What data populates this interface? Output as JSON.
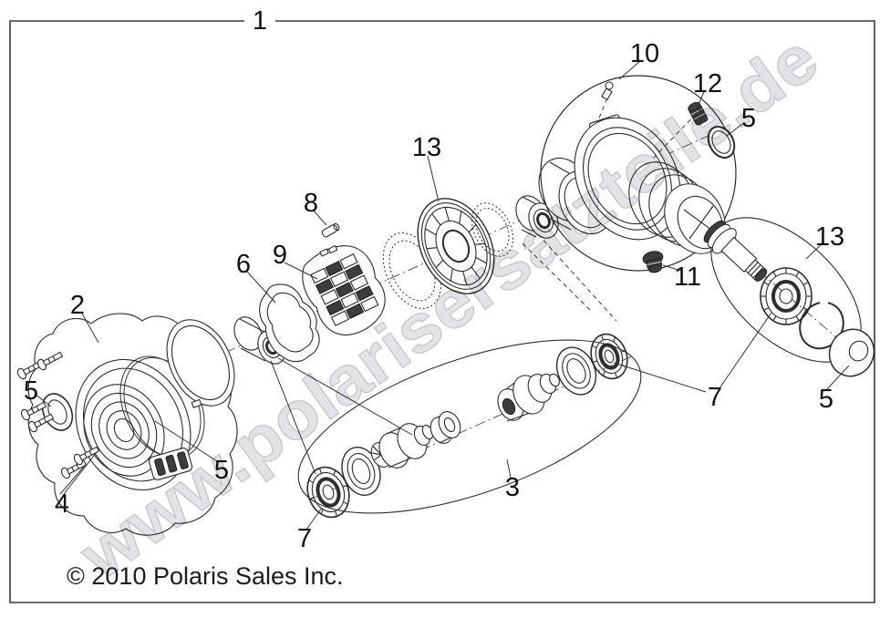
{
  "figure": {
    "type": "exploded-parts-diagram",
    "subject": "gearcase assembly"
  },
  "callouts": [
    {
      "id": "assembly-frame",
      "label": "1"
    },
    {
      "id": "input-housing",
      "label": "2"
    },
    {
      "id": "lower-kit-balloon",
      "label": "3"
    },
    {
      "id": "screws",
      "label": "4"
    },
    {
      "id": "seal-housing-left",
      "label": "5"
    },
    {
      "id": "seal-housing-inner",
      "label": "5"
    },
    {
      "id": "seal-cover",
      "label": "5"
    },
    {
      "id": "washer-right",
      "label": "5"
    },
    {
      "id": "gasket",
      "label": "6"
    },
    {
      "id": "bearing-lower",
      "label": "7"
    },
    {
      "id": "bearing-right",
      "label": "7"
    },
    {
      "id": "pin",
      "label": "8"
    },
    {
      "id": "roller-cage",
      "label": "9"
    },
    {
      "id": "output-cover",
      "label": "10"
    },
    {
      "id": "drain-plug",
      "label": "11"
    },
    {
      "id": "fill-plug",
      "label": "12"
    },
    {
      "id": "clutch-drum",
      "label": "13"
    },
    {
      "id": "pinion-kit-balloon",
      "label": "13"
    }
  ],
  "watermark": {
    "text": "www.polarisersatzteile.de"
  },
  "footer": {
    "copyright_text": "© 2010 Polaris Sales Inc."
  },
  "colors": {
    "line": "#2b2b2b",
    "frame": "#3a3a3a",
    "watermark_fill": "#e2e3e6",
    "watermark_edge": "#c7cacd",
    "background": "#ffffff",
    "text": "#111111"
  }
}
